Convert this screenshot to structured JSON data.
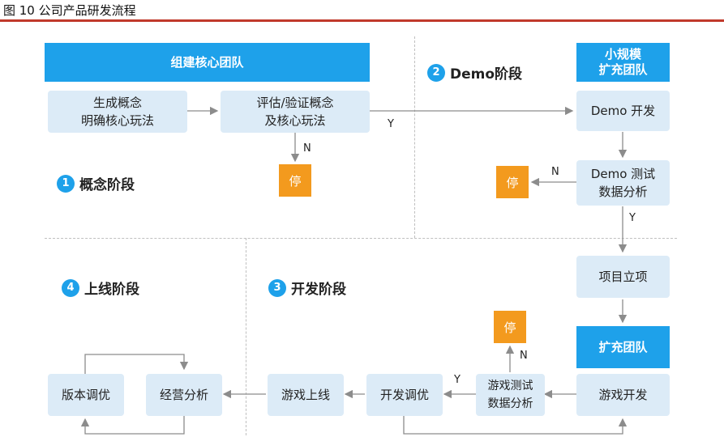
{
  "caption": "图 10 公司产品研发流程",
  "stages": {
    "concept": {
      "num": "1",
      "label": "概念阶段"
    },
    "demo": {
      "num": "2",
      "label": "Demo阶段"
    },
    "dev": {
      "num": "3",
      "label": "开发阶段"
    },
    "launch": {
      "num": "4",
      "label": "上线阶段"
    }
  },
  "headers": {
    "build_team": "组建核心团队",
    "small_team_1": "小规模",
    "small_team_2": "扩充团队",
    "expand_team": "扩充团队"
  },
  "boxes": {
    "concept_1a": "生成概念",
    "concept_1b": "明确核心玩法",
    "evaluate_a": "评估/验证概念",
    "evaluate_b": "及核心玩法",
    "demo_dev": "Demo 开发",
    "demo_test_a": "Demo 测试",
    "demo_test_b": "数据分析",
    "project": "项目立项",
    "game_dev": "游戏开发",
    "game_test_a": "游戏测试",
    "game_test_b": "数据分析",
    "dev_tune": "开发调优",
    "go_live": "游戏上线",
    "ops_analysis": "经营分析",
    "version_tune": "版本调优"
  },
  "stop_label": "停",
  "decision": {
    "yes": "Y",
    "no": "N"
  }
}
